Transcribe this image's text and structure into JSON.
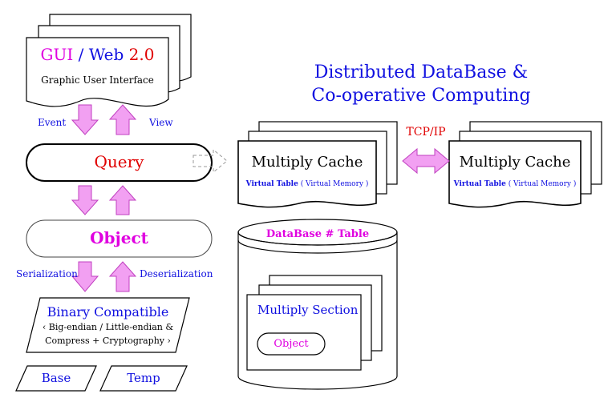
{
  "gui": {
    "title_gui": "GUI",
    "title_slash": " / ",
    "title_web": "Web ",
    "title_ver": "2.0",
    "subtitle": "Graphic User Interface"
  },
  "flow": {
    "event": "Event",
    "view": "View",
    "query": "Query",
    "object": "Object",
    "serialization": "Serialization",
    "deserialization": "Deserialization"
  },
  "binary": {
    "title": "Binary Compatible",
    "line2": "‹ Big-endian / Little-endian &",
    "line3": "Compress + Cryptography ›"
  },
  "bottom": {
    "base": "Base",
    "temp": "Temp"
  },
  "distributed": {
    "line1": "Distributed DataBase &",
    "line2": "Co-operative Computing"
  },
  "protocol": "TCP/IP",
  "cache_left": {
    "title": "Multiply Cache",
    "vt_label": "Virtual Table",
    "vt_detail": " ( Virtual Memory )"
  },
  "cache_right": {
    "title": "Multiply Cache",
    "vt_label": "Virtual Table",
    "vt_detail": " ( Virtual Memory )"
  },
  "database": {
    "title": "DataBase # Table",
    "section": "Multiply Section",
    "object": "Object"
  },
  "colors": {
    "magenta": "#e000e0",
    "red": "#e00000",
    "blue": "#1010e0",
    "arrow_fill": "#f2a0f2",
    "arrow_stroke": "#c040c0"
  }
}
